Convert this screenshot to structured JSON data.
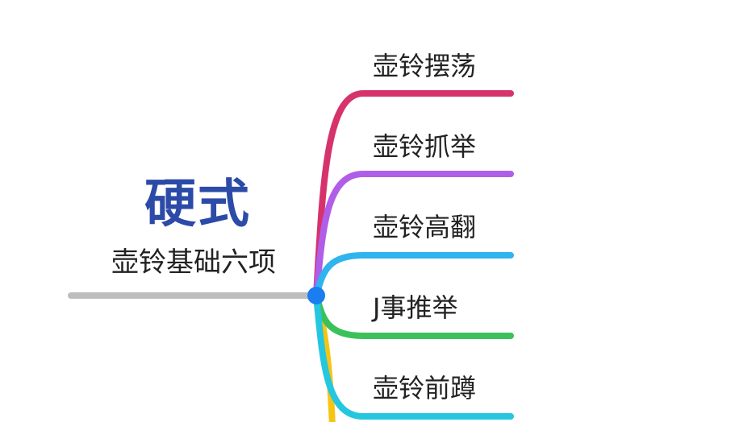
{
  "root": {
    "title": "硬式",
    "subtitle": "壶铃基础六项",
    "title_color": "#2c4aa8",
    "line_color": "#bdbdbd",
    "node_color": "#1a7df0"
  },
  "branches": [
    {
      "label": "壶铃摆荡",
      "color": "#d6336c"
    },
    {
      "label": "壶铃抓举",
      "color": "#b05ee8"
    },
    {
      "label": "壶铃高翻",
      "color": "#2fb4ee"
    },
    {
      "label": "J事推举",
      "color": "#3cc15a"
    },
    {
      "label": "壶铃前蹲",
      "color": "#25c6e0"
    },
    {
      "label": "",
      "color": "#f6c514"
    }
  ]
}
